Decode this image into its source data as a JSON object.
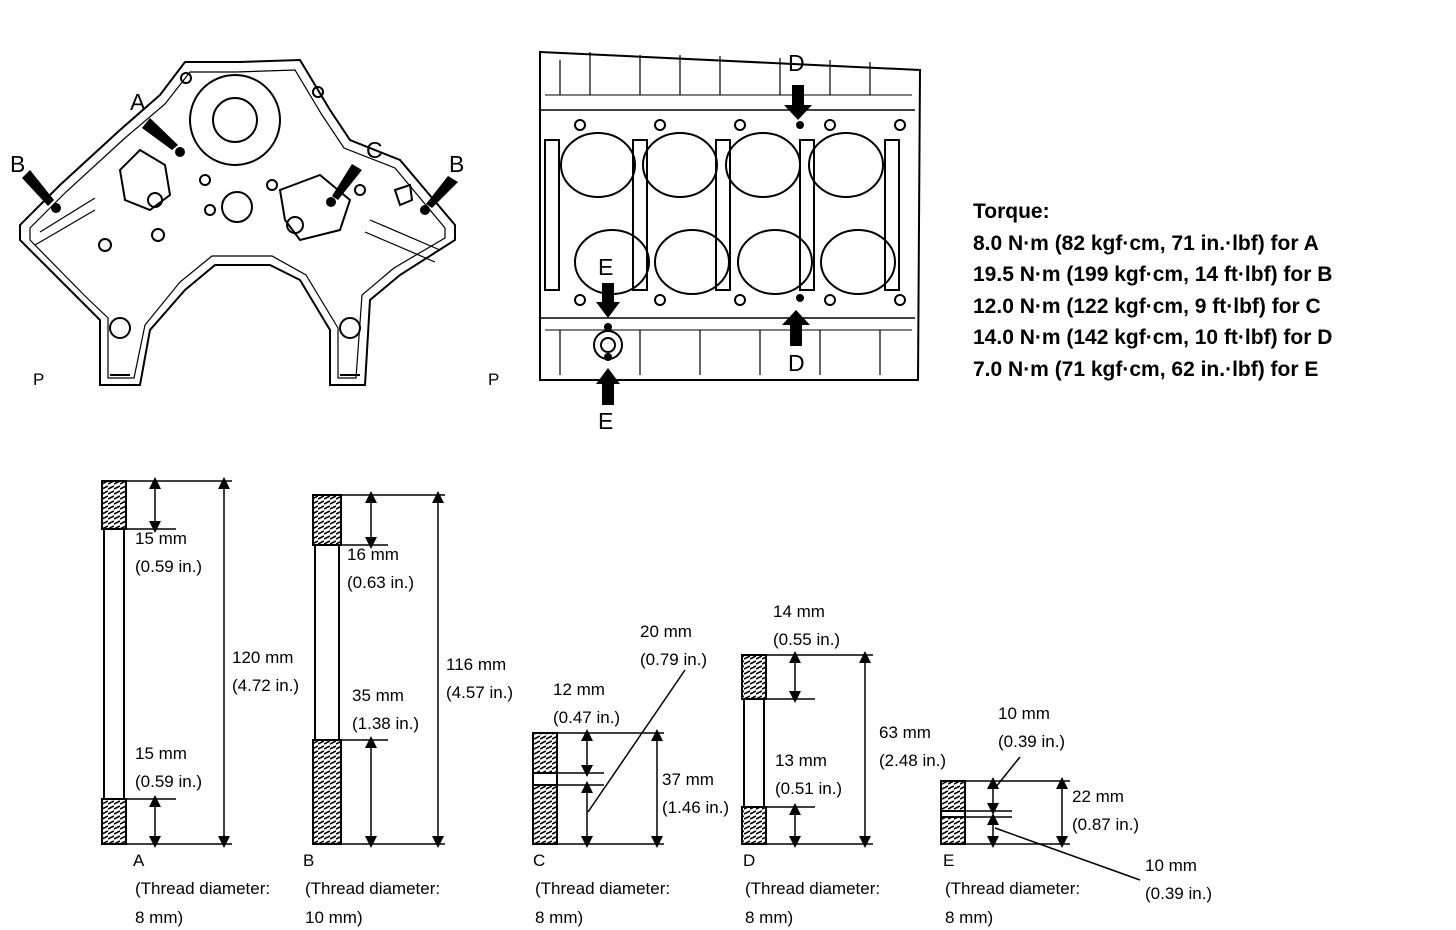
{
  "views": {
    "front": {
      "marker_a": "A",
      "marker_b_left": "B",
      "marker_b_right": "B",
      "marker_c": "C",
      "marker_p": "P"
    },
    "top": {
      "marker_d_top": "D",
      "marker_d_bottom": "D",
      "marker_e_top": "E",
      "marker_e_bottom": "E",
      "marker_p": "P"
    }
  },
  "torque": {
    "title": "Torque:",
    "lines": [
      "8.0 N·m (82 kgf·cm, 71 in.·lbf) for A",
      "19.5 N·m (199 kgf·cm, 14 ft·lbf) for B",
      "12.0 N·m (122 kgf·cm, 9 ft·lbf) for C",
      "14.0 N·m (142 kgf·cm, 10 ft·lbf) for D",
      "7.0 N·m (71 kgf·cm, 62 in.·lbf) for E"
    ]
  },
  "bolts": {
    "a": {
      "letter": "A",
      "top_thread": "15 mm",
      "top_thread_in": "(0.59 in.)",
      "length": "120 mm",
      "length_in": "(4.72 in.)",
      "bottom_thread": "15 mm",
      "bottom_thread_in": "(0.59 in.)",
      "thread_label": "(Thread diameter:",
      "thread_value": "8 mm)"
    },
    "b": {
      "letter": "B",
      "top_thread": "16 mm",
      "top_thread_in": "(0.63 in.)",
      "length": "116 mm",
      "length_in": "(4.57 in.)",
      "bottom_thread": "35 mm",
      "bottom_thread_in": "(1.38 in.)",
      "thread_label": "(Thread diameter:",
      "thread_value": "10 mm)"
    },
    "c": {
      "letter": "C",
      "top_thread": "12 mm",
      "top_thread_in": "(0.47 in.)",
      "mid": "20 mm",
      "mid_in": "(0.79 in.)",
      "length": "37 mm",
      "length_in": "(1.46 in.)",
      "thread_label": "(Thread diameter:",
      "thread_value": "8 mm)"
    },
    "d": {
      "letter": "D",
      "top_thread": "14 mm",
      "top_thread_in": "(0.55 in.)",
      "bottom_thread": "13 mm",
      "bottom_thread_in": "(0.51 in.)",
      "length": "63 mm",
      "length_in": "(2.48 in.)",
      "thread_label": "(Thread diameter:",
      "thread_value": "8 mm)"
    },
    "e": {
      "letter": "E",
      "top_thread": "10 mm",
      "top_thread_in": "(0.39 in.)",
      "length": "22 mm",
      "length_in": "(0.87 in.)",
      "bottom_thread": "10 mm",
      "bottom_thread_in": "(0.39 in.)",
      "thread_label": "(Thread diameter:",
      "thread_value": "8 mm)"
    }
  }
}
